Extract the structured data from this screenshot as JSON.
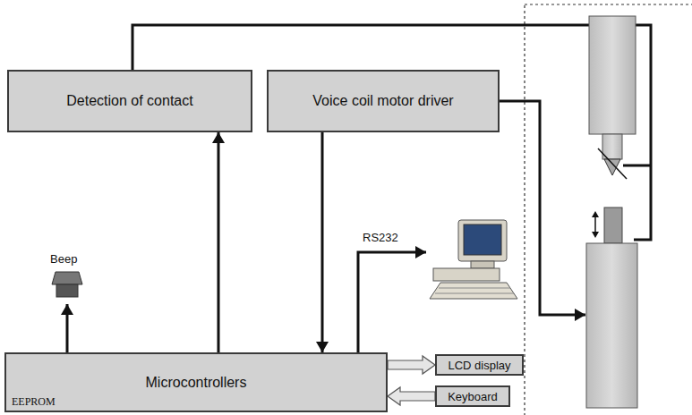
{
  "diagram": {
    "nodes": [
      {
        "text": [
          "Detection of contact"
        ]
      },
      {
        "text": [
          "Voice coil motor driver"
        ]
      },
      {
        "text": [
          "Microcontrollers",
          "EEPROM"
        ]
      },
      {
        "text": [
          "LCD display"
        ]
      },
      {
        "text": [
          "Keyboard"
        ]
      }
    ],
    "edges": [
      {
        "from": 2,
        "to": 0,
        "arrow": "to"
      },
      {
        "from": 1,
        "to": 2,
        "arrow": "to"
      },
      {
        "from": 2,
        "to": 3,
        "arrow": "to"
      },
      {
        "from": 4,
        "to": 2,
        "arrow": "to"
      }
    ],
    "labels": [
      "Beep",
      "RS232"
    ]
  }
}
